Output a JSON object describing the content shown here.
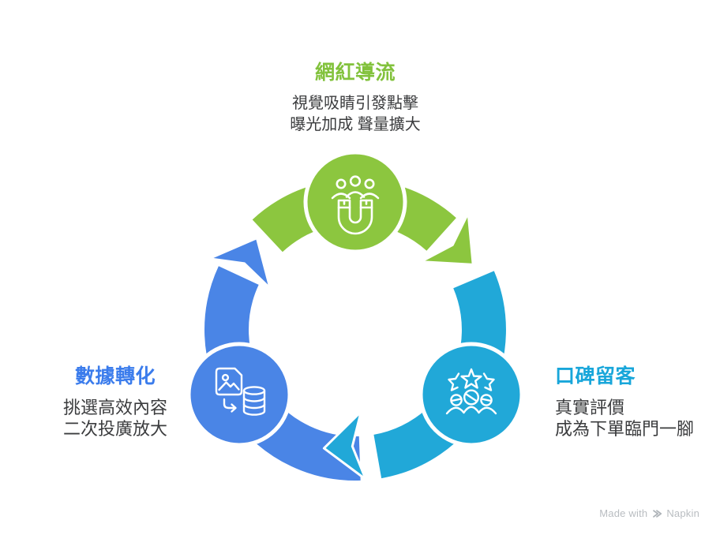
{
  "diagram": {
    "type": "cycle",
    "direction": "clockwise",
    "nodes": [
      {
        "id": "influencer-traffic",
        "position": "top",
        "title": "網紅導流",
        "desc_lines": [
          "視覺吸睛引發點擊",
          "曝光加成 聲量擴大"
        ],
        "icon": "magnet-audience-icon"
      },
      {
        "id": "word-of-mouth",
        "position": "right",
        "title": "口碑留客",
        "desc_lines": [
          "真實評價",
          "成為下單臨門一腳"
        ],
        "icon": "customer-reviews-icon"
      },
      {
        "id": "data-conversion",
        "position": "left",
        "title": "數據轉化",
        "desc_lines": [
          "挑選高效內容",
          "二次投廣放大"
        ],
        "icon": "content-to-database-icon"
      }
    ]
  },
  "palette": {
    "green": "#8CC63F",
    "cyan": "#21A8D8",
    "blue": "#4A85E6",
    "title_green": "#82C23C",
    "title_cyan": "#18A6DA",
    "title_blue": "#3B7CEC",
    "text_dark": "#3B3C3E",
    "icon_stroke": "#FFFFFF",
    "watermark_gray": "#B9BDC1"
  },
  "watermark": {
    "prefix": "Made with",
    "brand": "Napkin"
  }
}
